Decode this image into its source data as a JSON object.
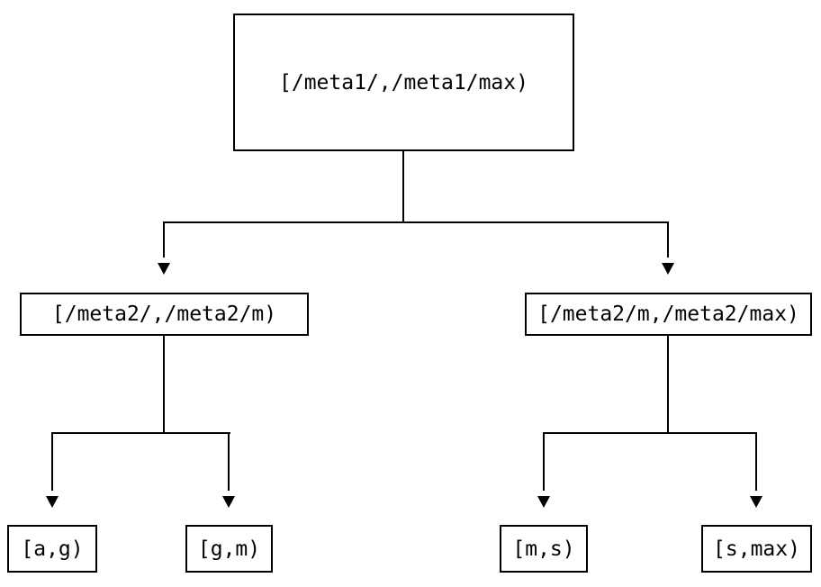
{
  "diagram": {
    "type": "tree",
    "background_color": "#ffffff",
    "line_color": "#000000",
    "nodes": [
      {
        "id": "root",
        "label": "[/meta1/,/meta1/max)",
        "level": 0
      },
      {
        "id": "meta2-low",
        "label": "[/meta2/,/meta2/m)",
        "level": 1
      },
      {
        "id": "meta2-high",
        "label": "[/meta2/m,/meta2/max)",
        "level": 1
      },
      {
        "id": "leaf-a-g",
        "label": "[a,g)",
        "level": 2
      },
      {
        "id": "leaf-g-m",
        "label": "[g,m)",
        "level": 2
      },
      {
        "id": "leaf-m-s",
        "label": "[m,s)",
        "level": 2
      },
      {
        "id": "leaf-s-max",
        "label": "[s,max)",
        "level": 2
      }
    ],
    "edges": [
      {
        "from": "root",
        "to": "meta2-low"
      },
      {
        "from": "root",
        "to": "meta2-high"
      },
      {
        "from": "meta2-low",
        "to": "leaf-a-g"
      },
      {
        "from": "meta2-low",
        "to": "leaf-g-m"
      },
      {
        "from": "meta2-high",
        "to": "leaf-m-s"
      },
      {
        "from": "meta2-high",
        "to": "leaf-s-max"
      }
    ]
  }
}
